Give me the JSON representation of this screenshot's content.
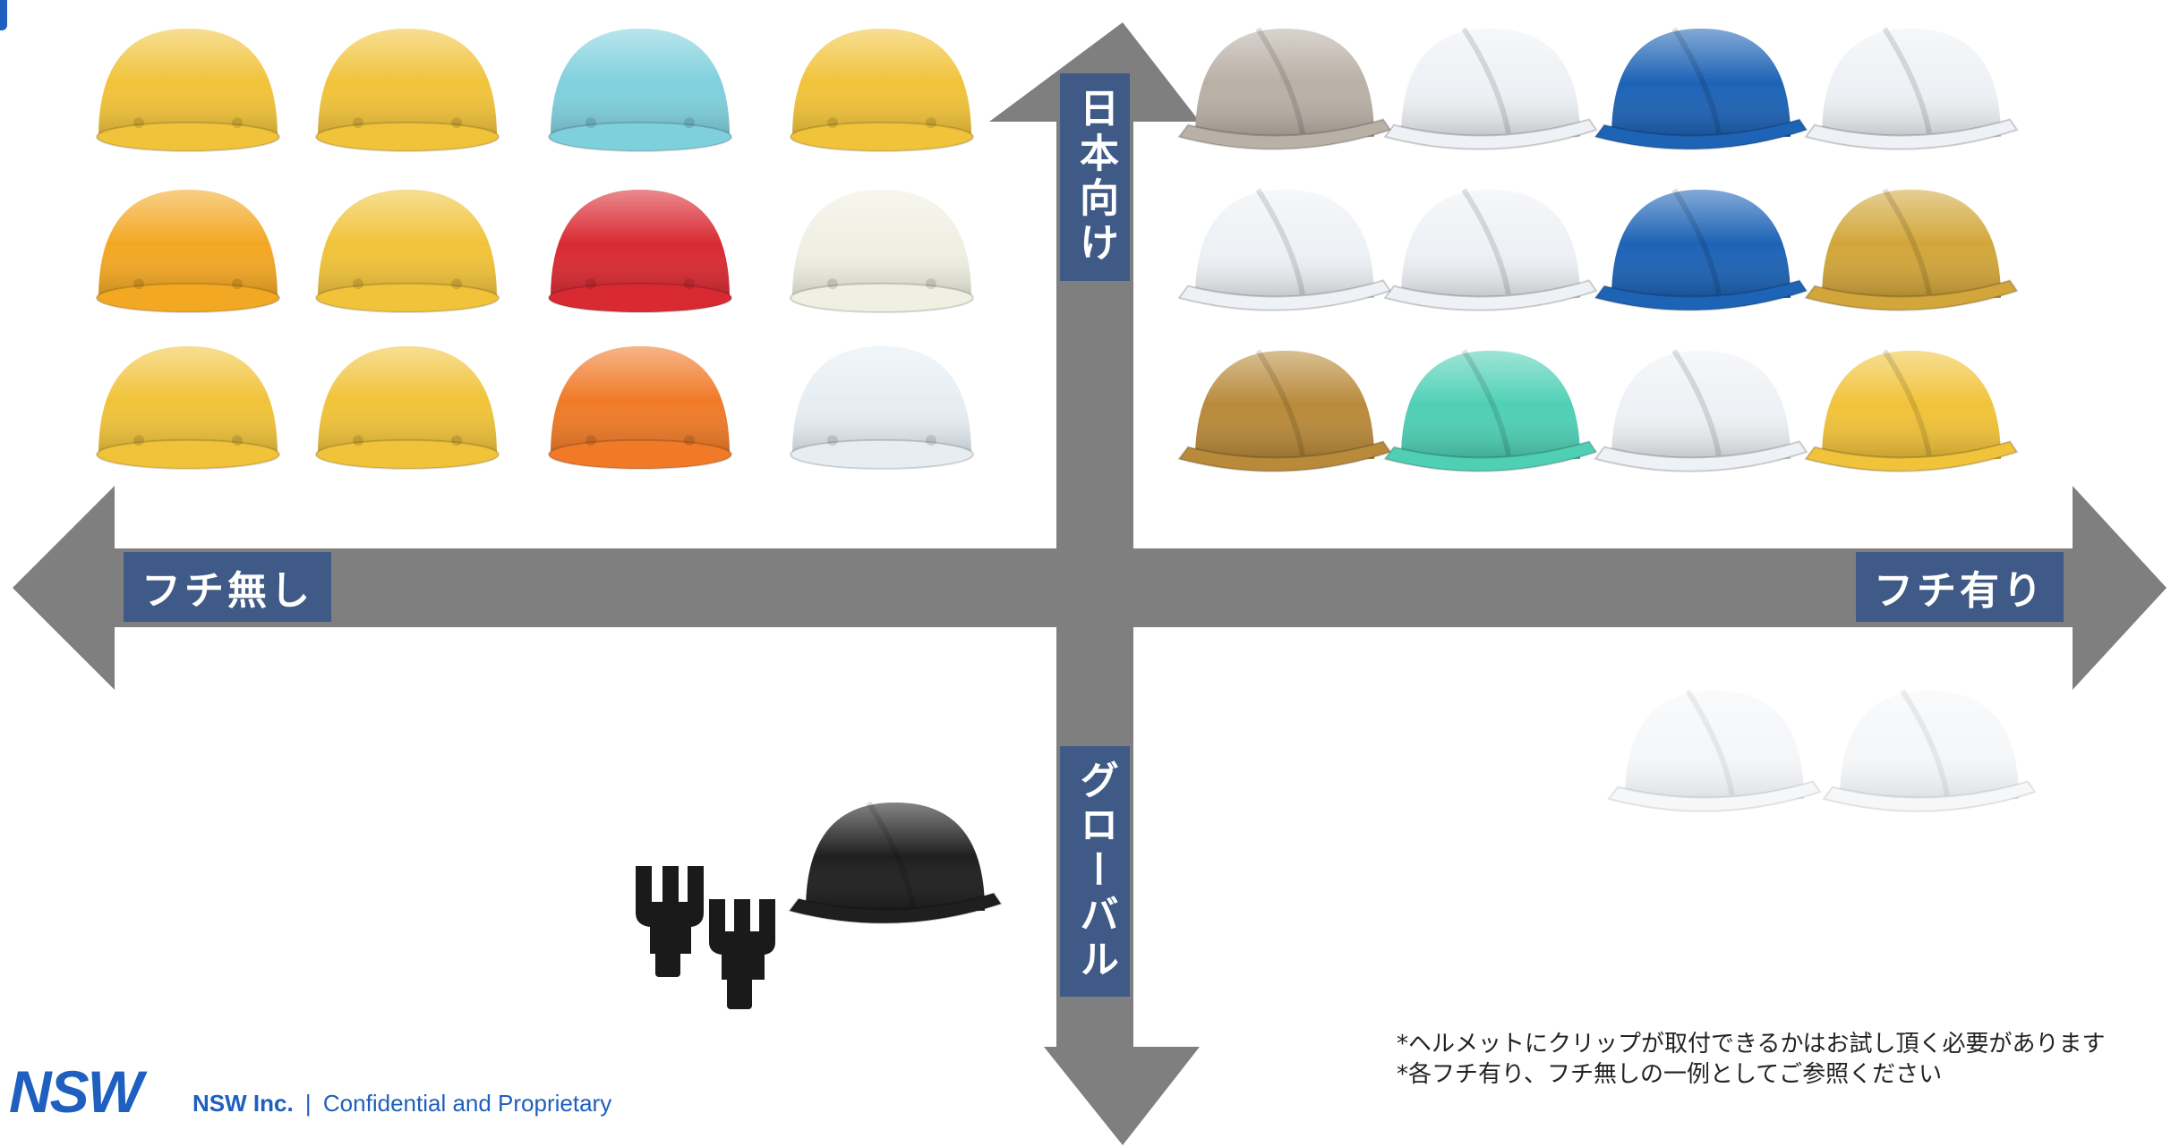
{
  "axes": {
    "left_label": "フチ無し",
    "right_label": "フチ有り",
    "top_label": "日本向け",
    "bottom_label": "グローバル"
  },
  "notes": [
    "*ヘルメットにクリップが取付できるかはお試し頂く必要があります",
    "*各フチ有り、フチ無しの一例としてご参照ください"
  ],
  "footer": {
    "logo": "NSW",
    "company": "NSW Inc.",
    "separator": "|",
    "tagline": "Confidential and Proprietary"
  },
  "colors": {
    "arrow": "#7f7f7f",
    "label_bg": "#3f5a86",
    "brand": "#1e5fbf"
  },
  "helmet_groups": {
    "top_left_no_brim_japan": [
      "yellow",
      "yellow",
      "light-blue",
      "yellow",
      "orange-yellow",
      "yellow",
      "red",
      "ivory",
      "yellow",
      "yellow",
      "orange",
      "white-green"
    ],
    "top_right_brim_japan": [
      "beige",
      "white",
      "blue",
      "white",
      "white",
      "white",
      "blue",
      "gold",
      "brown",
      "mint",
      "white",
      "yellow"
    ],
    "bottom_right_brim_global": [
      "white",
      "white"
    ],
    "bottom_left_no_brim_global": [
      "black"
    ]
  }
}
